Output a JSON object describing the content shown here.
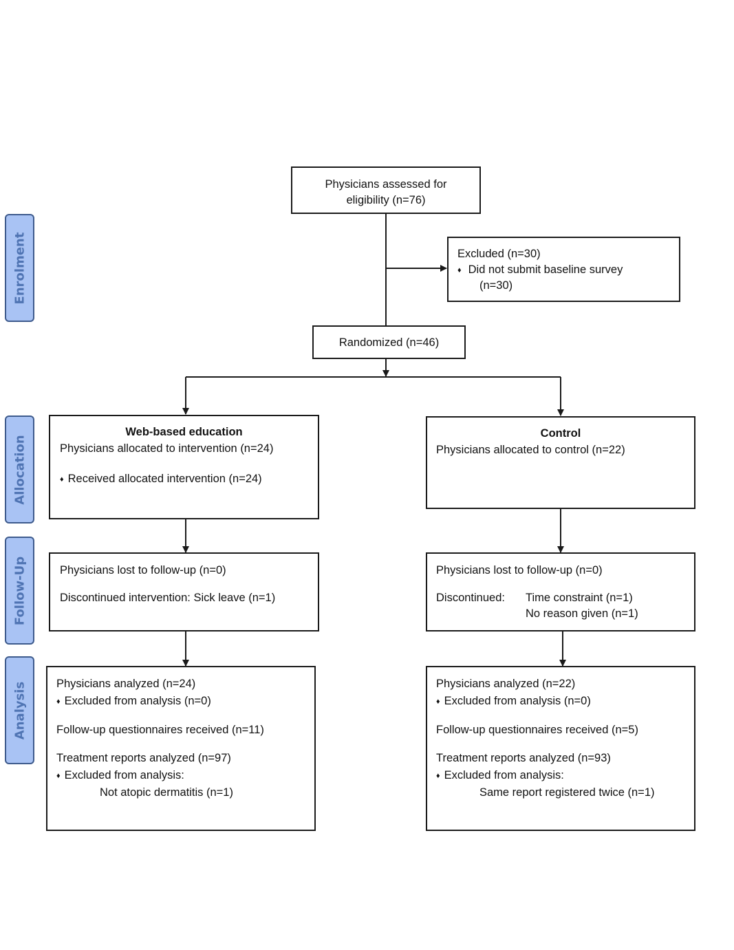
{
  "stages": {
    "enrolment": "Enrolment",
    "allocation": "Allocation",
    "follow_up": "Follow-Up",
    "analysis": "Analysis"
  },
  "assessed": {
    "line1": "Physicians assessed for",
    "line2": "eligibility (n=76)"
  },
  "excluded": {
    "title": "Excluded  (n=30)",
    "reason": "Did not submit baseline survey",
    "reason_count": "(n=30)"
  },
  "randomized": "Randomized (n=46)",
  "bullet_glyph": "♦",
  "intervention": {
    "allocation": {
      "title": "Web-based education",
      "allocated": "Physicians allocated to intervention (n=24)",
      "received": "Received allocated intervention (n=24)"
    },
    "follow_up": {
      "lost": "Physicians lost to follow-up (n=0)",
      "discontinued": "Discontinued intervention: Sick leave (n=1)"
    },
    "analysis": {
      "analyzed": "Physicians analyzed (n=24)",
      "excluded": "Excluded from analysis (n=0)",
      "questionnaires": "Follow-up questionnaires received (n=11)",
      "reports": "Treatment reports analyzed (n=97)",
      "reports_excluded": "Excluded from analysis:",
      "reports_excluded_reason": "Not atopic dermatitis (n=1)"
    }
  },
  "control": {
    "allocation": {
      "title": "Control",
      "allocated": "Physicians allocated to control (n=22)"
    },
    "follow_up": {
      "lost": "Physicians lost to follow-up (n=0)",
      "discontinued_label": "Discontinued:",
      "reason1": "Time constraint (n=1)",
      "reason2": "No reason given (n=1)"
    },
    "analysis": {
      "analyzed": "Physicians analyzed  (n=22)",
      "excluded": "Excluded from analysis (n=0)",
      "questionnaires": "Follow-up questionnaires received (n=5)",
      "reports": "Treatment reports analyzed (n=93)",
      "reports_excluded": "Excluded from analysis:",
      "reports_excluded_reason": "Same report registered twice (n=1)"
    }
  }
}
